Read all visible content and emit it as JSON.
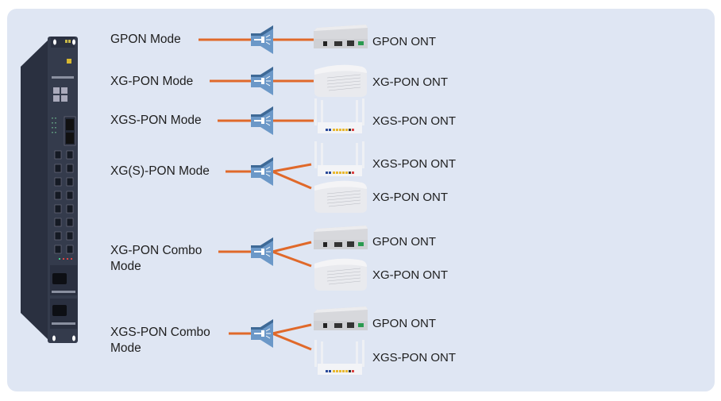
{
  "colors": {
    "panel": "#dfe6f3",
    "fiber": "#e0692a",
    "splitter": "#5f8fc0",
    "splitter_dark": "#3e6996",
    "olt": "#2d3443"
  },
  "olt": {
    "icon": "olt-rack-device-icon"
  },
  "splitter_icon": "optical-splitter-icon",
  "modes": [
    {
      "label": "GPON Mode",
      "onts": [
        {
          "label": "GPON ONT",
          "type": "box"
        }
      ]
    },
    {
      "label": "XG-PON Mode",
      "onts": [
        {
          "label": "XG-PON ONT",
          "type": "curved"
        }
      ]
    },
    {
      "label": "XGS-PON Mode",
      "onts": [
        {
          "label": "XGS-PON ONT",
          "type": "router"
        }
      ]
    },
    {
      "label": "XG(S)-PON Mode",
      "onts": [
        {
          "label": "XGS-PON ONT",
          "type": "router"
        },
        {
          "label": "XG-PON ONT",
          "type": "curved"
        }
      ]
    },
    {
      "label_line1": "XG-PON Combo",
      "label_line2": "Mode",
      "onts": [
        {
          "label": "GPON ONT",
          "type": "box"
        },
        {
          "label": "XG-PON ONT",
          "type": "curved"
        }
      ]
    },
    {
      "label_line1": "XGS-PON Combo",
      "label_line2": "Mode",
      "onts": [
        {
          "label": "GPON ONT",
          "type": "box"
        },
        {
          "label": "XGS-PON ONT",
          "type": "router"
        }
      ]
    }
  ]
}
